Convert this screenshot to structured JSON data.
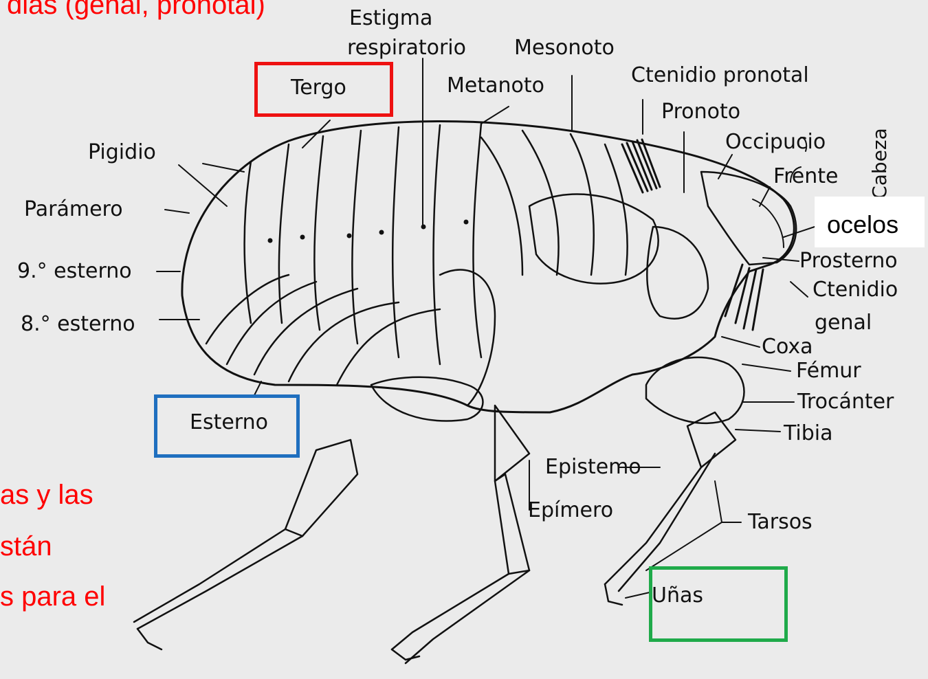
{
  "colors": {
    "background": "#ebebeb",
    "ink": "#111111",
    "red_annotation": "#ff0000",
    "red_box": "#ee1111",
    "blue_box": "#1f6fbf",
    "green_box": "#1faa4a"
  },
  "red_text": {
    "top": "dias (genal, pronotal)",
    "line1": "as y las",
    "line2": "stán",
    "line3": "s para el"
  },
  "labels": {
    "estigma": "Estigma",
    "respiratorio": "respiratorio",
    "mesonoto": "Mesonoto",
    "metanoto": "Metanoto",
    "ctenidio_pronotal": "Ctenidio pronotal",
    "pronoto": "Pronoto",
    "occipucio": "Occipucio",
    "frente": "Frente",
    "cabeza": "Cabeza",
    "tergo": "Tergo",
    "pigidio": "Pigidio",
    "paramero": "Parámero",
    "esterno9": "9.° esterno",
    "esterno8": "8.° esterno",
    "esterno": "Esterno",
    "ocelos": "ocelos",
    "prosterno": "Prosterno",
    "ctenidio": "Ctenidio",
    "genal": "genal",
    "coxa": "Coxa",
    "femur": "Fémur",
    "trocanter": "Trocánter",
    "tibia": "Tibia",
    "epistemo": "Epistemo",
    "epimero": "Epímero",
    "tarsos": "Tarsos",
    "unas": "Uñas"
  }
}
